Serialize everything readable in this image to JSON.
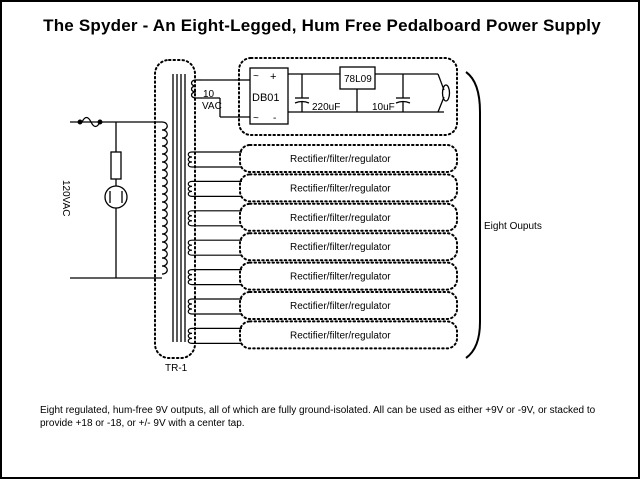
{
  "title": "The Spyder - An Eight-Legged, Hum Free Pedalboard Power Supply",
  "labels": {
    "mains": "120VAC",
    "secondary_voltage_line1": "10",
    "secondary_voltage_line2": "VAC",
    "rectifier": "DB01",
    "regulator": "78L09",
    "cap1": "220uF",
    "cap2": "10uF",
    "transformer": "TR-1",
    "outputs": "Eight Ouputs",
    "plus": "+",
    "ac1": "~",
    "ac2": "~",
    "minus": "-"
  },
  "channels": [
    "Rectifier/filter/regulator",
    "Rectifier/filter/regulator",
    "Rectifier/filter/regulator",
    "Rectifier/filter/regulator",
    "Rectifier/filter/regulator",
    "Rectifier/filter/regulator",
    "Rectifier/filter/regulator"
  ],
  "caption": "Eight regulated, hum-free 9V outputs, all of which are fully ground-isolated. All can be used as either +9V or -9V, or stacked to provide +18 or -18, or +/- 9V with a center tap."
}
